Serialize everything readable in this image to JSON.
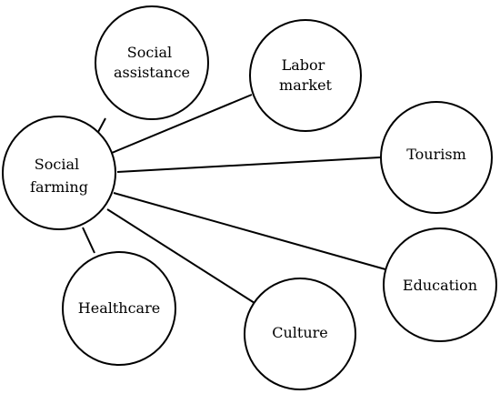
{
  "nodes": {
    "social_farming": {
      "lines": [
        "Social",
        "farming"
      ]
    },
    "social_assistance": {
      "lines": [
        "Social",
        "assistance"
      ]
    },
    "labor_market": {
      "lines": [
        "Labor",
        "market"
      ]
    },
    "tourism": {
      "lines": [
        "Tourism"
      ]
    },
    "education": {
      "lines": [
        "Education"
      ]
    },
    "culture": {
      "lines": [
        "Culture"
      ]
    },
    "healthcare": {
      "lines": [
        "Healthcare"
      ]
    }
  },
  "colors": {
    "stroke": "#000000",
    "fill": "#ffffff"
  }
}
